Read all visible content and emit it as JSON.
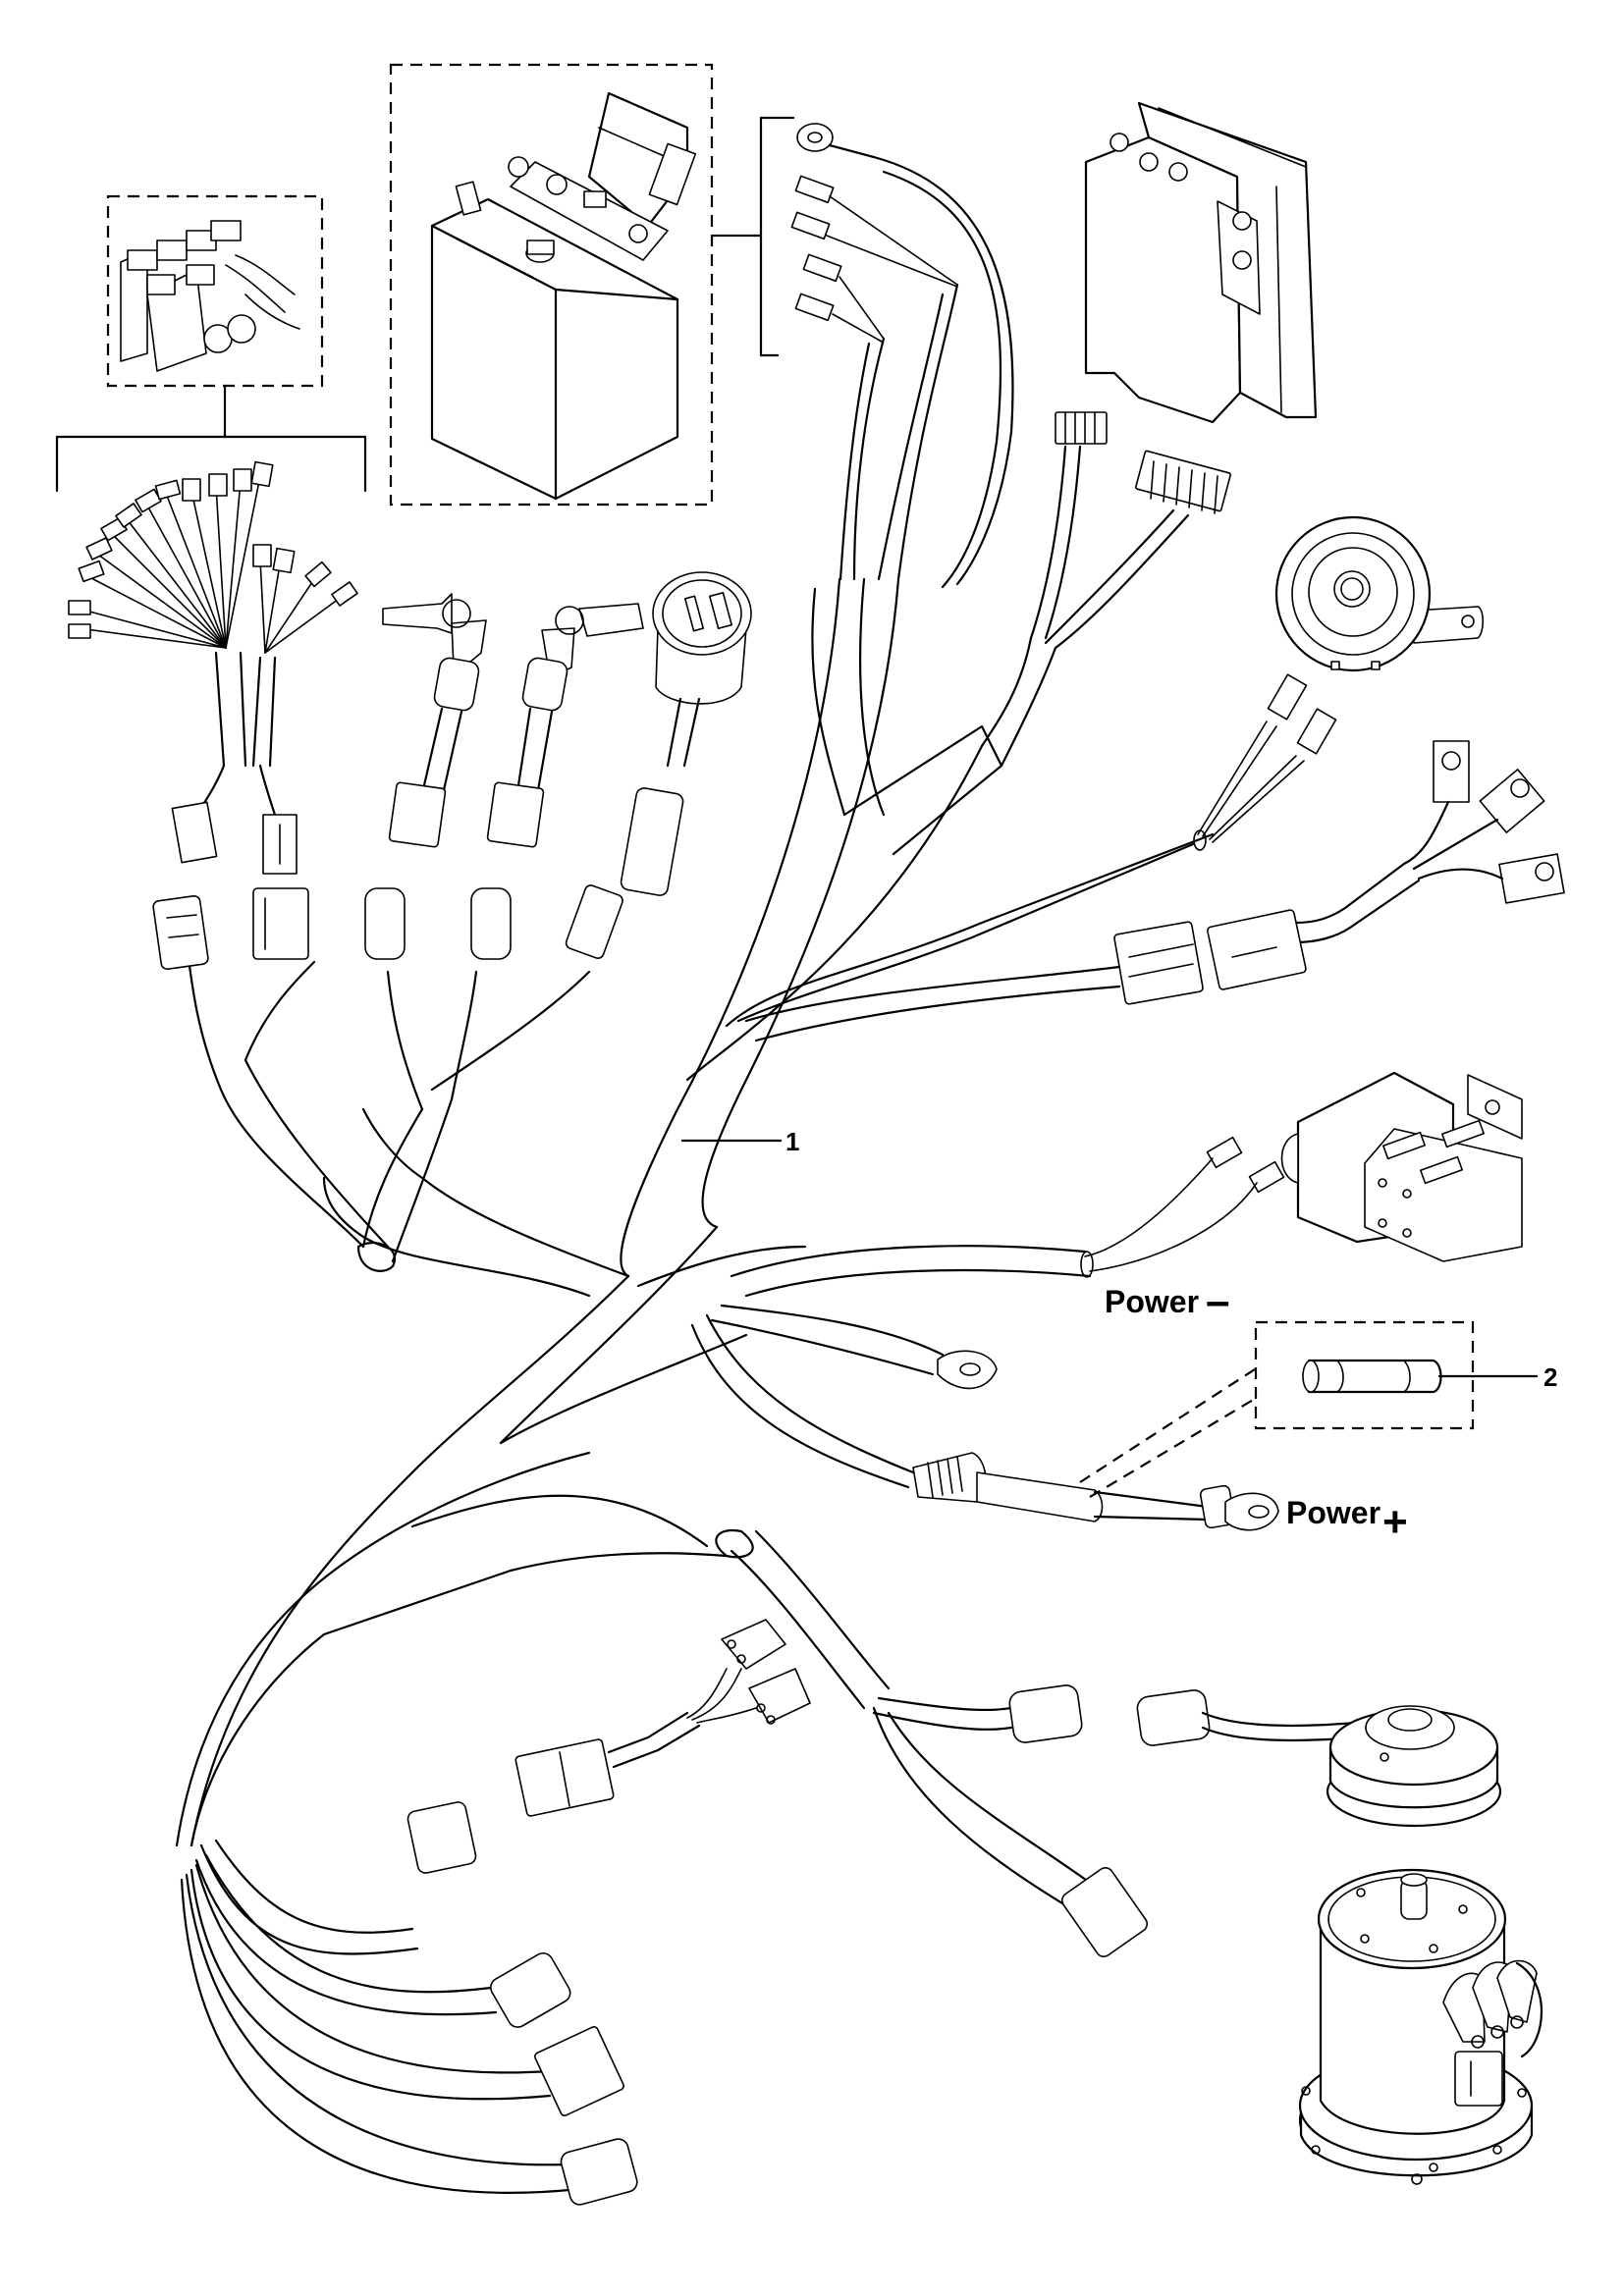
{
  "diagram": {
    "type": "exploded-parts-wiring-harness",
    "callouts": [
      {
        "id": "1",
        "label": "1",
        "refers_to": "main wiring harness"
      },
      {
        "id": "2",
        "label": "2",
        "refers_to": "fuse"
      }
    ],
    "power_labels": {
      "negative": {
        "text": "Power",
        "symbol": "–"
      },
      "positive": {
        "text": "Power",
        "symbol": "+"
      }
    },
    "components": [
      "relay-fuse-block",
      "hydraulic-pump-unit",
      "pump-terminal-set",
      "motor-controller",
      "controller-connectors",
      "horn",
      "key-switch-left",
      "key-switch-right",
      "battery-indicator",
      "horn-spade-terminals",
      "ring-terminal-set",
      "main-contactor",
      "contactor-spade-terminals",
      "negative-ring-terminal",
      "inline-fuse-holder",
      "positive-ring-terminal",
      "fuse",
      "micro-switches",
      "electromagnetic-brake",
      "drive-motor",
      "harness-connectors"
    ]
  }
}
